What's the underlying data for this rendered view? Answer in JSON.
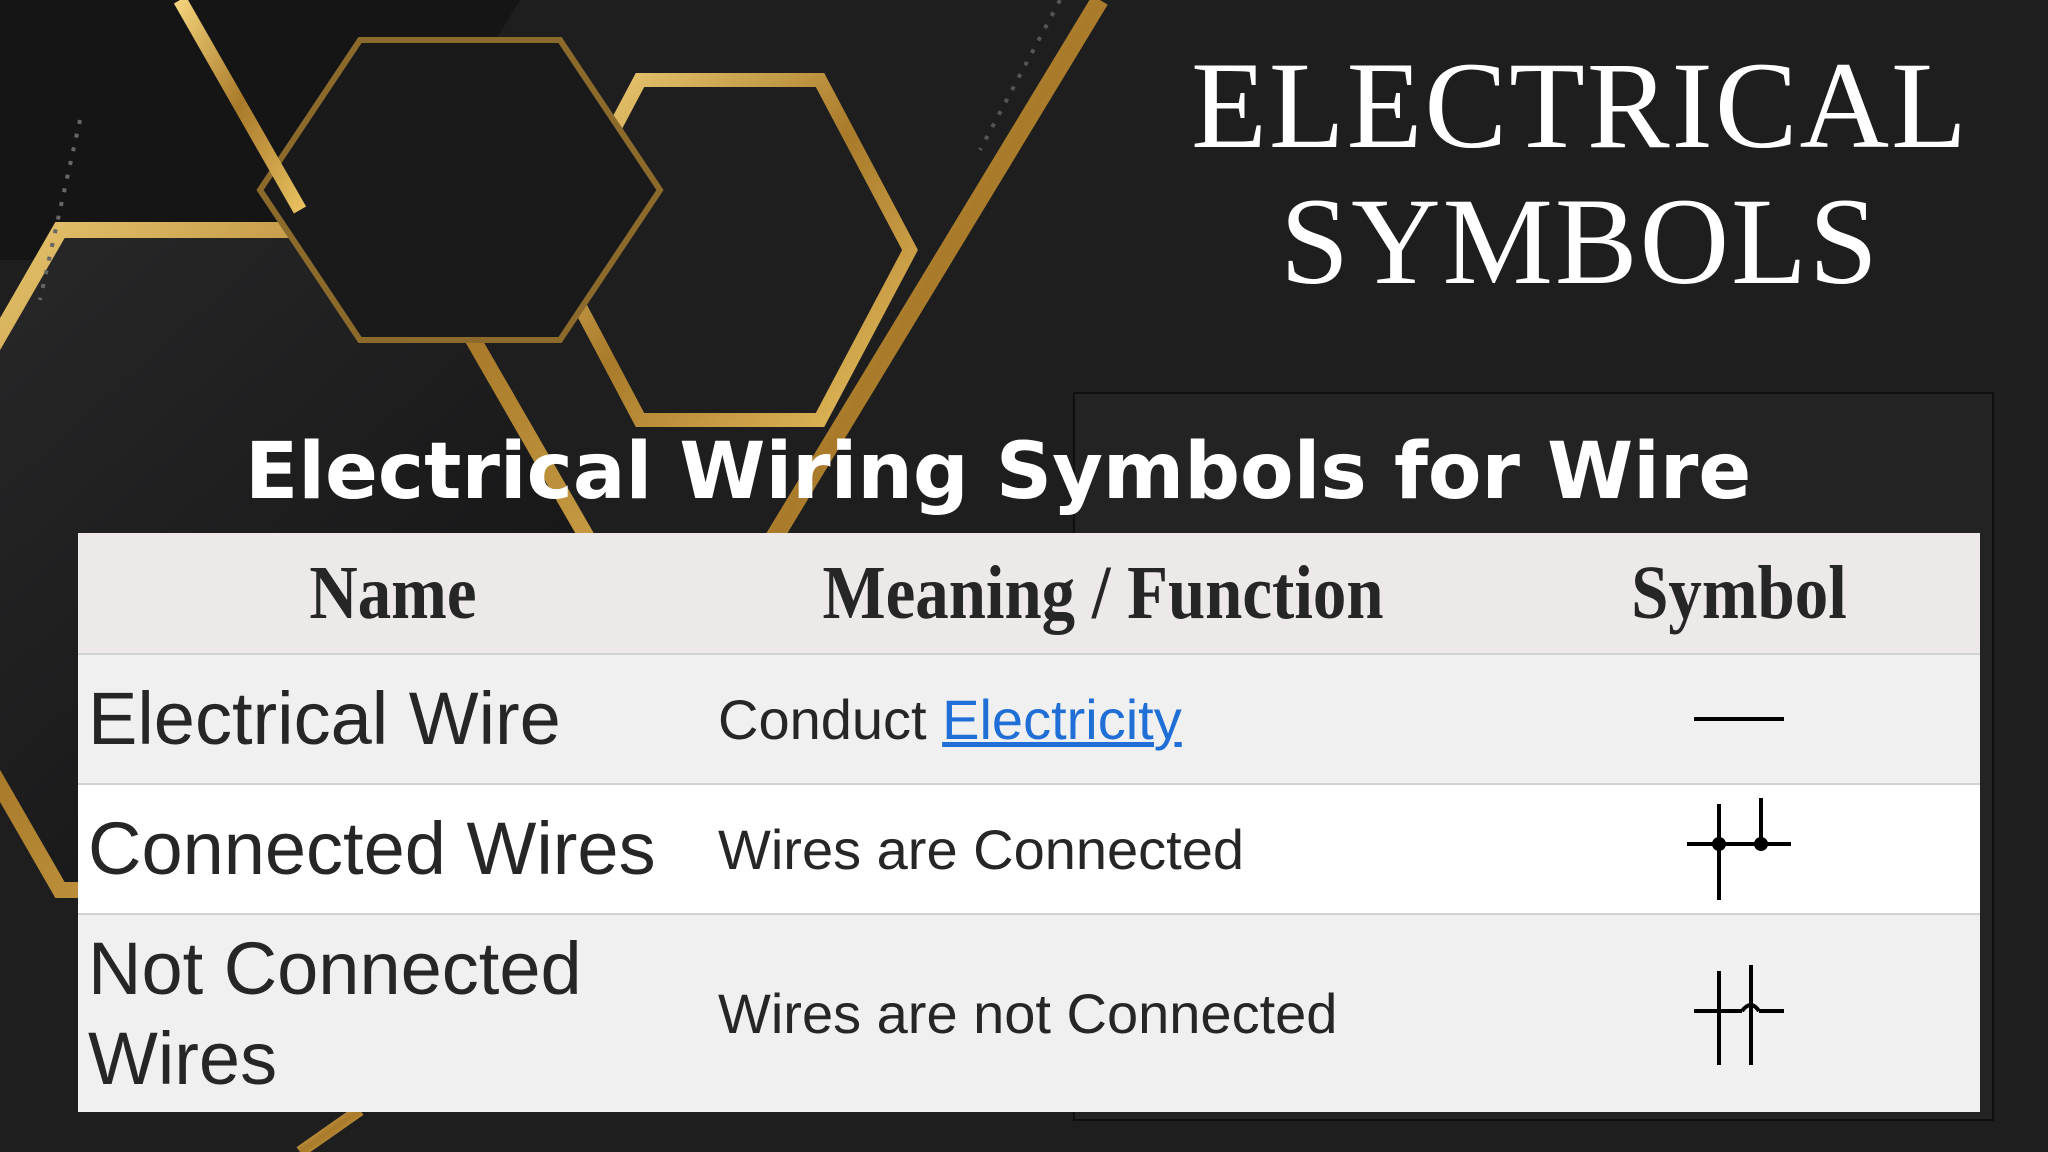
{
  "slide": {
    "title_line1": "ELECTRICAL",
    "title_line2": "SYMBOLS",
    "subtitle": "Electrical Wiring Symbols for Wire"
  },
  "table": {
    "headers": [
      "Name",
      "Meaning / Function",
      "Symbol"
    ],
    "rows": [
      {
        "name": "Electrical Wire",
        "meaning_prefix": "Conduct ",
        "meaning_link": "Electricity",
        "symbol": "wire-line-symbol"
      },
      {
        "name": "Connected Wires",
        "meaning": "Wires are Connected",
        "symbol": "connected-wires-symbol"
      },
      {
        "name_line1": "Not Connected",
        "name_line2": "Wires",
        "meaning": "Wires are not Connected",
        "symbol": "not-connected-wires-symbol"
      }
    ]
  },
  "colors": {
    "background": "#1e1e1f",
    "gold": "#c9a14a",
    "header_row": "#ede9e8",
    "link": "#1f6fd6"
  }
}
